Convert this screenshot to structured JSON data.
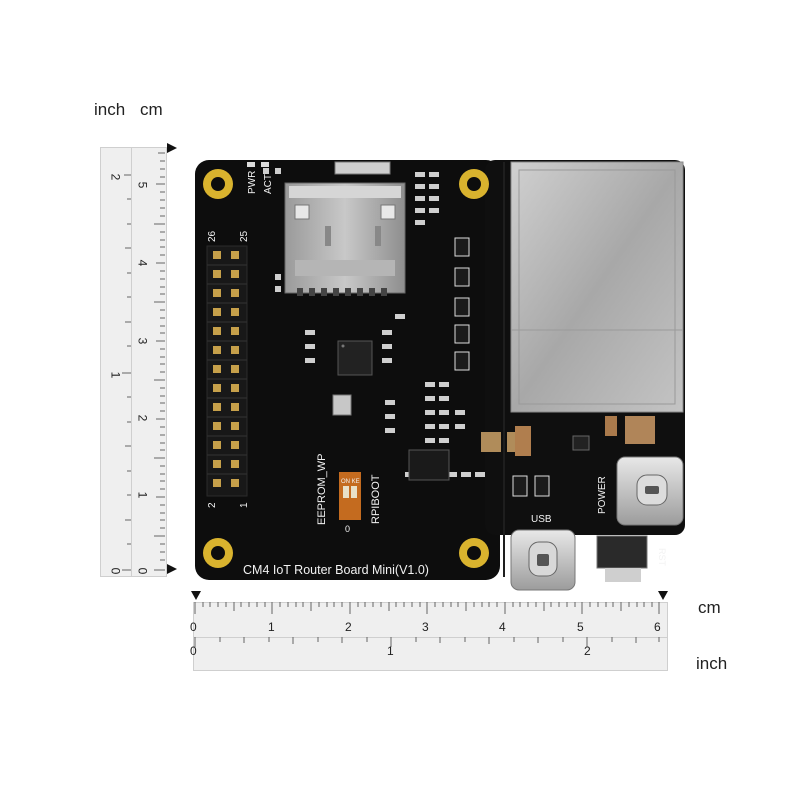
{
  "rulers": {
    "vertical": {
      "unit_inch": "inch",
      "unit_cm": "cm",
      "inch_ticks": [
        "2",
        "1",
        "0"
      ],
      "cm_ticks": [
        "5",
        "4",
        "3",
        "2",
        "1",
        "0"
      ]
    },
    "horizontal": {
      "unit_cm": "cm",
      "unit_inch": "inch",
      "cm_ticks": [
        "0",
        "1",
        "2",
        "3",
        "4",
        "5",
        "6"
      ],
      "inch_ticks": [
        "0",
        "1",
        "2"
      ]
    }
  },
  "board": {
    "title": "CM4 IoT Router Board Mini(V1.0)",
    "labels": {
      "pwr": "PWR",
      "act": "ACT",
      "pin_26": "26",
      "pin_25": "25",
      "pin_2": "2",
      "pin_1": "1",
      "eeprom_wp": "EEPROM_WP",
      "rpiboot": "RPIBOOT",
      "on_ke": "ON KE",
      "zero": "0",
      "usb": "USB",
      "power": "POWER",
      "rst": "RST"
    },
    "colors": {
      "pcb": "#0d0d0d",
      "silkscreen": "#f2f2f2",
      "gold_pad": "#d9b32e",
      "rj45_metal": "#b9b9b9",
      "usb_metal": "#c9c9c9"
    }
  }
}
